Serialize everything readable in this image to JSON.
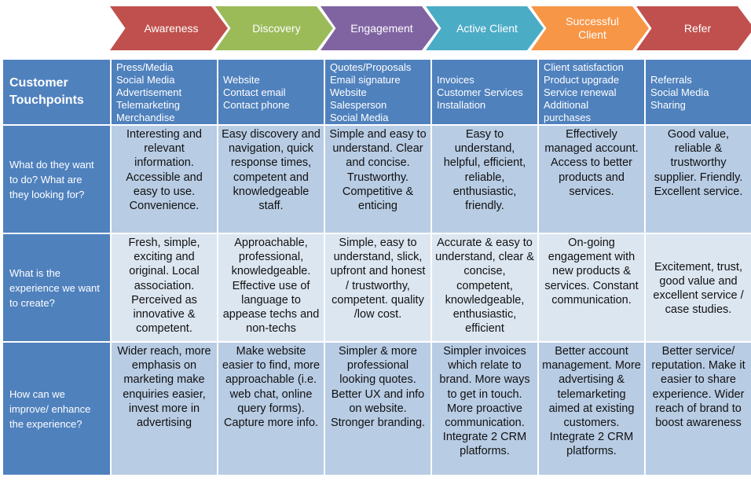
{
  "stages": [
    {
      "label": "Awareness",
      "color": "#c0504d"
    },
    {
      "label": "Discovery",
      "color": "#9bbb59"
    },
    {
      "label": "Engagement",
      "color": "#8064a2"
    },
    {
      "label": "Active Client",
      "color": "#4bacc6"
    },
    {
      "label": "Successful Client",
      "color": "#f79646"
    },
    {
      "label": "Refer",
      "color": "#c0504d"
    }
  ],
  "rows": {
    "touchpoints": {
      "header": "Customer Touchpoints",
      "cells": [
        [
          "Press/Media",
          "Social Media",
          "Advertisement",
          "Telemarketing",
          "Merchandise"
        ],
        [
          "Website",
          "Contact email",
          "Contact phone"
        ],
        [
          "Quotes/Proposals",
          "Email signature",
          "Website",
          "Salesperson",
          "Social Media"
        ],
        [
          "Invoices",
          "Customer Services",
          "Installation"
        ],
        [
          "Client satisfaction",
          "Product upgrade",
          "Service renewal",
          "Additional",
          "purchases"
        ],
        [
          "Referrals",
          "Social Media",
          "Sharing"
        ]
      ]
    },
    "wants": {
      "header": "What do they want to do? What are they looking for?",
      "cells": [
        "Interesting and relevant information. Accessible and easy to use. Convenience.",
        "Easy discovery and navigation, quick response times, competent and knowledgeable staff.",
        "Simple and easy to understand. Clear and concise. Trustworthy. Competitive & enticing",
        "Easy to understand, helpful, efficient, reliable, enthusiastic, friendly.",
        "Effectively managed account. Access to better products and services.",
        "Good value, reliable & trustworthy supplier. Friendly. Excellent service."
      ]
    },
    "experience": {
      "header": "What is the experience we want to create?",
      "cells": [
        "Fresh, simple, exciting and original. Local association. Perceived as innovative & competent.",
        "Approachable, professional, knowledgeable. Effective use of language to appease techs and non-techs",
        "Simple, easy to understand, slick, upfront and honest / trustworthy, competent. quality /low cost.",
        "Accurate & easy to understand, clear & concise, competent, knowledgeable, enthusiastic, efficient",
        "On-going engagement with new products & services. Constant communication.",
        "Excitement, trust, good value and excellent service / case studies."
      ]
    },
    "improve": {
      "header": "How can we improve/ enhance the experience?",
      "cells": [
        "Wider reach, more emphasis on marketing make enquiries easier, invest more in advertising",
        "Make website easier to find, more approachable (i.e. web chat, online query forms). Capture more info.",
        "Simpler & more professional looking quotes. Better UX and info on website. Stronger branding.",
        "Simpler invoices which relate to brand. More ways to get in touch. More proactive communication. Integrate 2 CRM platforms.",
        "Better account management. More advertising & telemarketing aimed at existing customers. Integrate 2 CRM platforms.",
        "Better service/ reputation. Make it easier to share experience. Wider reach of brand to boost awareness"
      ]
    }
  }
}
